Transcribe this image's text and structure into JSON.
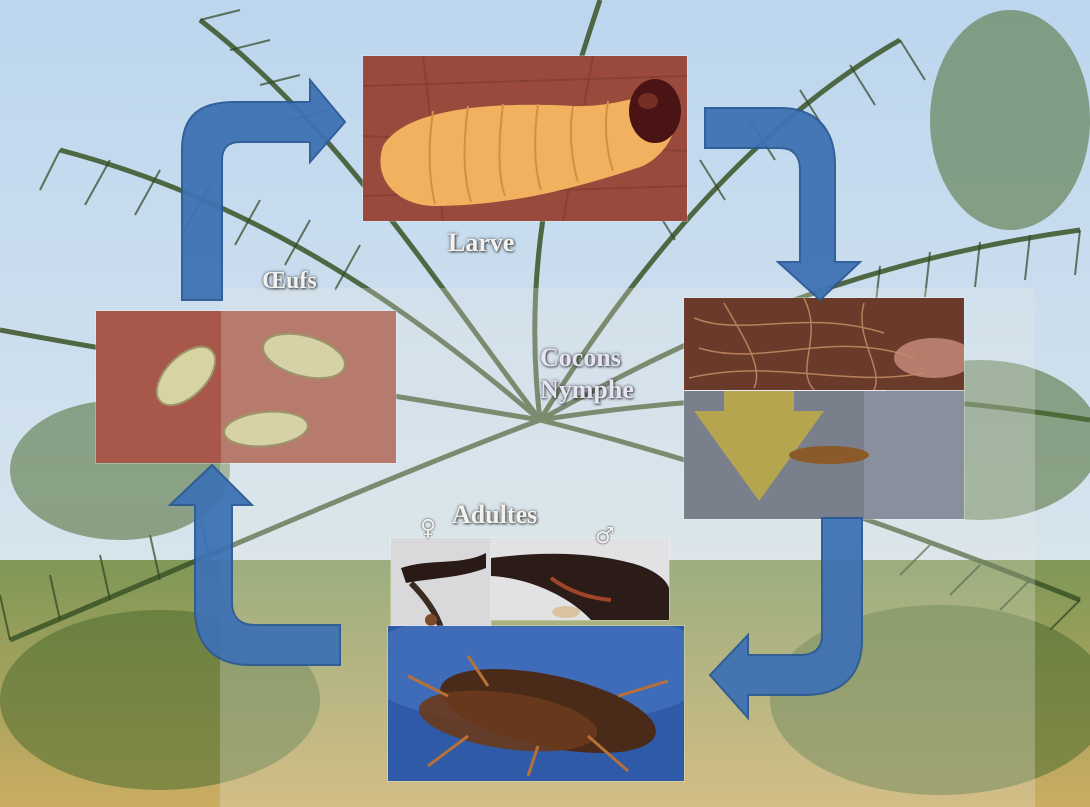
{
  "stages": {
    "larve": {
      "label": "Larve"
    },
    "oeufs": {
      "label": "Œufs"
    },
    "cocons": {
      "label_line1": "Cocons",
      "label_line2": "Nymphe"
    },
    "adultes": {
      "label": "Adultes",
      "female_symbol": "♀",
      "male_symbol": "♂"
    }
  },
  "colors": {
    "arrow_fill": "#3f72b4",
    "arrow_edge": "#2c5a95",
    "label_text": "#f4f2ef",
    "sky": "#b9d3ea",
    "palm": "#3f5a2c"
  },
  "icons": {
    "cycle_arrow": "curved-arrow",
    "background": "palm-tree-photo"
  }
}
